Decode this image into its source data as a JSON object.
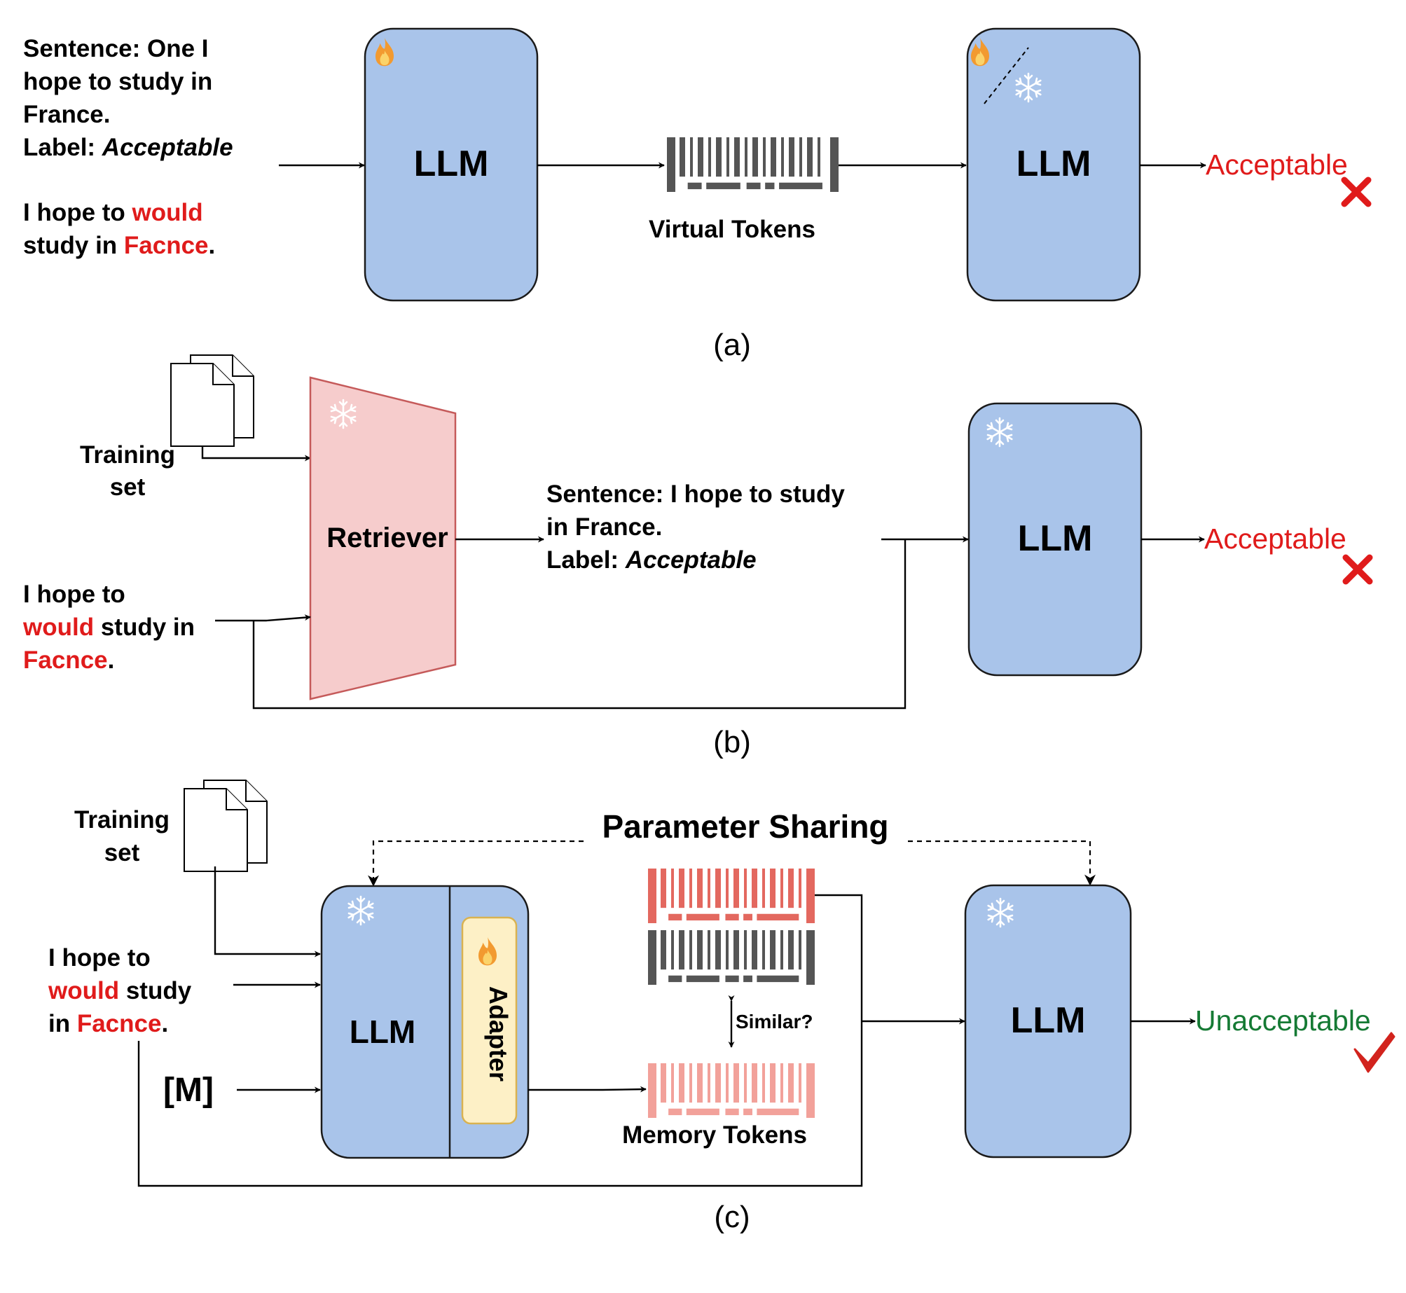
{
  "colors": {
    "llm_box": "#a9c4ea",
    "retriever": "#f6cccc",
    "adapter": "#fdf0c6",
    "wrong_label": "#e01b1b",
    "correct_label": "#157a34",
    "virtual_tokens": "#555555",
    "memory_tokens_dark_red": "#e3685f",
    "memory_tokens_light": "#f2a19a"
  },
  "icons": [
    "fire-icon",
    "snowflake-icon",
    "document-icon",
    "cross-icon",
    "checkmark-icon"
  ],
  "panel_a": {
    "example_l1": "Sentence: One I",
    "example_l2": "hope to study in",
    "example_l3": "France.",
    "example_label_key": "Label: ",
    "example_label_val": "Acceptable",
    "query_l1a": "I hope to ",
    "query_l1b": "would",
    "query_l2a": "study in ",
    "query_l2b": "Facnce",
    "query_l2c": ".",
    "llm_left": "LLM",
    "tokens_caption": "Virtual Tokens",
    "llm_right": "LLM",
    "output": "Acceptable",
    "caption": "(a)"
  },
  "panel_b": {
    "train_l1": "Training",
    "train_l2": "set",
    "retriever": "Retriever",
    "query_l1": "I hope to",
    "query_l2a": "would",
    "query_l2b": " study in",
    "query_l3a": "Facnce",
    "query_l3b": ".",
    "retrieved_l1": "Sentence: I hope to study",
    "retrieved_l2": "in France.",
    "retrieved_label_key": "Label: ",
    "retrieved_label_val": "Acceptable",
    "llm": "LLM",
    "output": "Acceptable",
    "caption": "(b)"
  },
  "panel_c": {
    "train_l1": "Training",
    "train_l2": "set",
    "sharing": "Parameter Sharing",
    "query_l1": "I hope to",
    "query_l2a": "would",
    "query_l2b": " study",
    "query_l3a": "in ",
    "query_l3b": "Facnce",
    "query_l3c": ".",
    "mask": "[M]",
    "llm_left": "LLM",
    "adapter": "Adapter",
    "similar": "Similar?",
    "tokens_caption": "Memory Tokens",
    "llm_right": "LLM",
    "output": "Unacceptable",
    "caption": "(c)"
  }
}
